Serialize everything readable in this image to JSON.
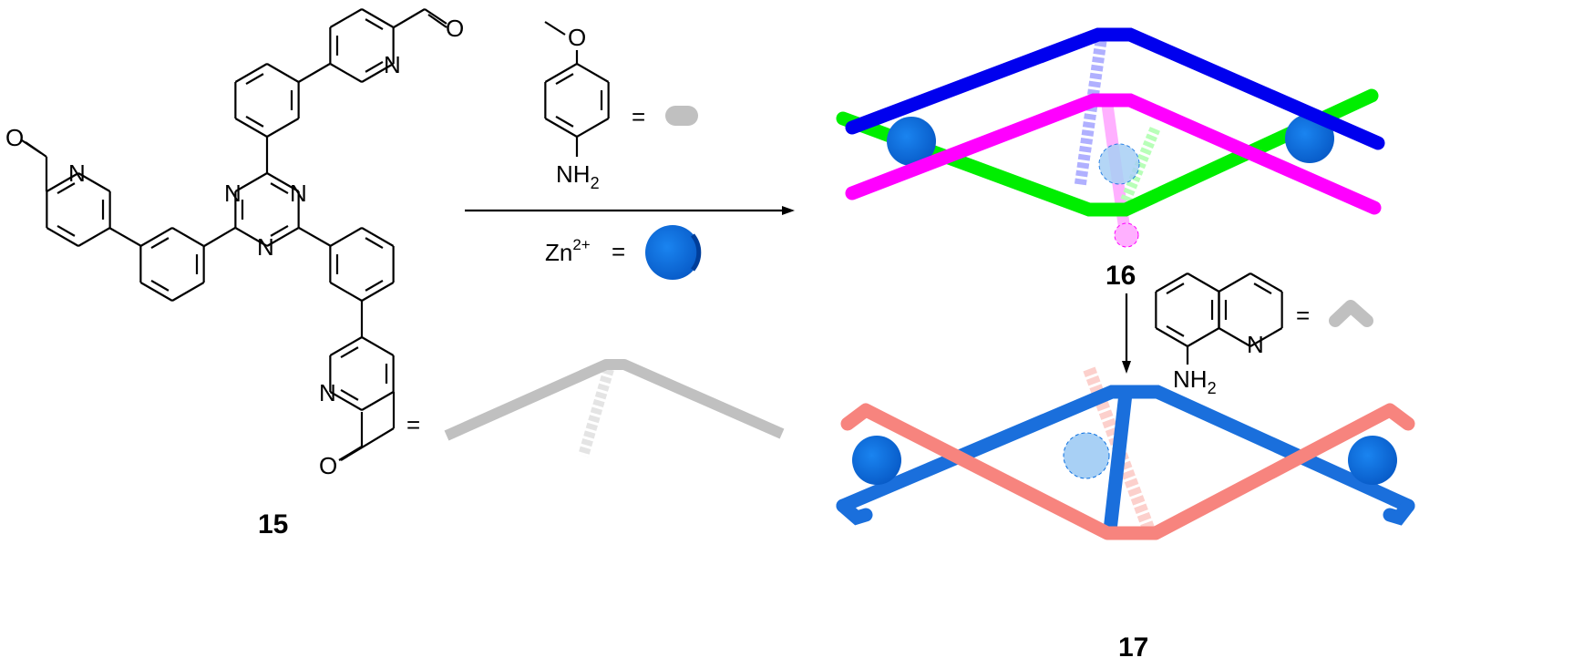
{
  "compound_15": {
    "label": "15",
    "atoms": {
      "n_top": "N",
      "n_left": "N",
      "n_bottom": "N",
      "triazine_n1": "N",
      "triazine_n2": "N",
      "triazine_n3": "N",
      "o_top": "O",
      "o_left": "O",
      "o_bottom": "O"
    }
  },
  "reagents": {
    "amine": {
      "o": "O",
      "nh2": "NH",
      "nh2_sub": "2",
      "equals": "="
    },
    "zinc": {
      "symbol": "Zn",
      "charge": "2+",
      "equals": "="
    }
  },
  "linker_legend": {
    "equals": "="
  },
  "compound_16": {
    "label": "16"
  },
  "quinoline": {
    "n": "N",
    "nh2": "NH",
    "nh2_sub": "2",
    "equals": "="
  },
  "compound_17": {
    "label": "17"
  },
  "colors": {
    "blue": "#0000ee",
    "magenta": "#ff00ff",
    "green": "#00ee00",
    "zn": "#0a6fe0",
    "salmon": "#f7847e",
    "gray": "#c0c0c0"
  }
}
